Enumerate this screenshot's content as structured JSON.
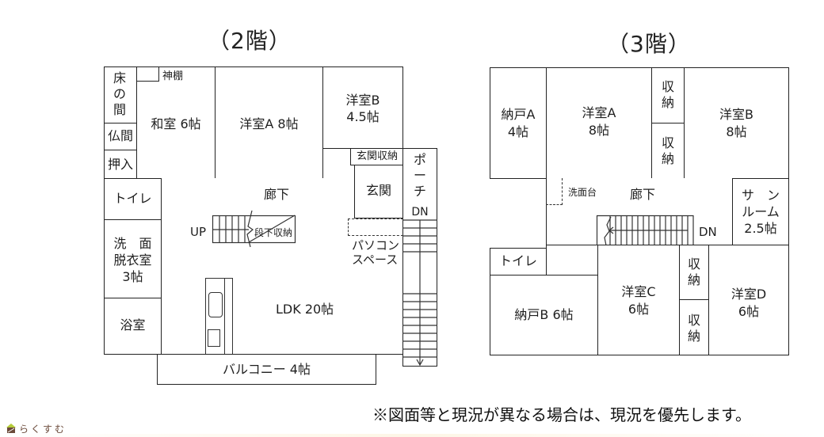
{
  "floor2": {
    "title": "（2階）",
    "rooms": {
      "tokonoma": [
        "床",
        "の",
        "間"
      ],
      "kamidana": "神棚",
      "washitsu": "和室  6帖",
      "butsuma": "仏間",
      "oshiire": "押入",
      "youshitsu_a": "洋室A  8帖",
      "youshitsu_b": [
        "洋室B",
        "4.5帖"
      ],
      "genkan_storage": "玄関収納",
      "genkan": "玄関",
      "porch": [
        "ポ",
        "ー",
        "チ"
      ],
      "porch_dn": "DN",
      "toilet": "トイレ",
      "corridor": "廊下",
      "stairs_up": "UP",
      "under_stairs_storage": "段下収納",
      "pc_space": [
        "パソコン",
        "スペース"
      ],
      "washroom": [
        "洗　面",
        "脱衣室",
        "3帖"
      ],
      "bathroom": "浴室",
      "ldk": "LDK  20帖",
      "balcony": "バルコニー  4帖"
    }
  },
  "floor3": {
    "title": "（3階）",
    "rooms": {
      "nando_a": [
        "納戸A",
        "4帖"
      ],
      "youshitsu_a": [
        "洋室A",
        "8帖"
      ],
      "storage_1": [
        "収",
        "納"
      ],
      "storage_2": [
        "収",
        "納"
      ],
      "youshitsu_b": [
        "洋室B",
        "8帖"
      ],
      "sink": "洗面台",
      "corridor": "廊下",
      "stairs_dn": "DN",
      "sunroom": [
        "サ　ン",
        "ルーム",
        "2.5帖"
      ],
      "toilet": "トイレ",
      "nando_b": "納戸B  6帖",
      "youshitsu_c": [
        "洋室C",
        "6帖"
      ],
      "storage_3": [
        "収",
        "納"
      ],
      "storage_4": [
        "収",
        "納"
      ],
      "youshitsu_d": [
        "洋室D",
        "6帖"
      ]
    }
  },
  "footer": {
    "note": "※図面等と現況が異なる場合は、現況を優先します。",
    "logo_text": "らくすむ",
    "logo_colors": {
      "roof": "#b5cc3a",
      "house": "#6b4a3a"
    }
  }
}
